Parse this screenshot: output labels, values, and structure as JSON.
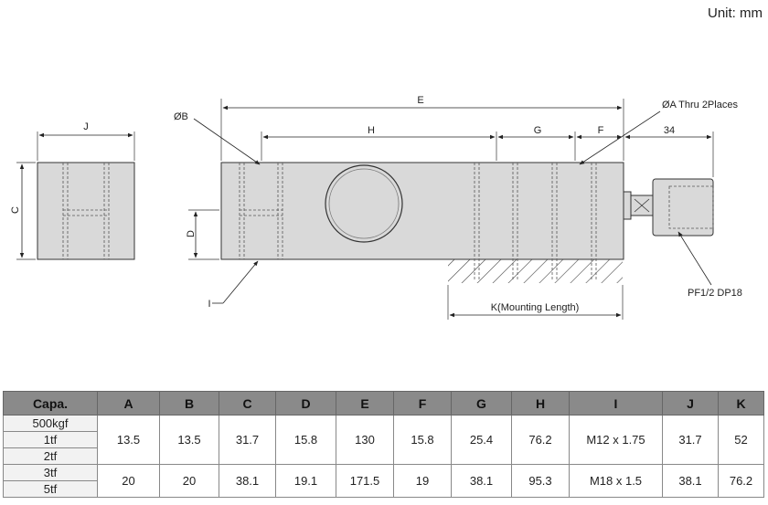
{
  "unit_label": "Unit: mm",
  "drawing": {
    "label_e": "E",
    "label_h": "H",
    "label_g": "G",
    "label_f": "F",
    "label_34": "34",
    "label_b": "ØB",
    "label_a": "ØA Thru 2Places",
    "label_j": "J",
    "label_c": "C",
    "label_d": "D",
    "label_i": "I",
    "label_k": "K(Mounting Length)",
    "label_pf": "PF1/2 DP18"
  },
  "table": {
    "headers": [
      "Capa.",
      "A",
      "B",
      "C",
      "D",
      "E",
      "F",
      "G",
      "H",
      "I",
      "J",
      "K"
    ],
    "groups": [
      {
        "capacities": [
          "500kgf",
          "1tf",
          "2tf"
        ],
        "values": [
          "13.5",
          "13.5",
          "31.7",
          "15.8",
          "130",
          "15.8",
          "25.4",
          "76.2",
          "M12 x 1.75",
          "31.7",
          "52"
        ]
      },
      {
        "capacities": [
          "3tf",
          "5tf"
        ],
        "values": [
          "20",
          "20",
          "38.1",
          "19.1",
          "171.5",
          "19",
          "38.1",
          "95.3",
          "M18 x 1.5",
          "38.1",
          "76.2"
        ]
      }
    ]
  }
}
